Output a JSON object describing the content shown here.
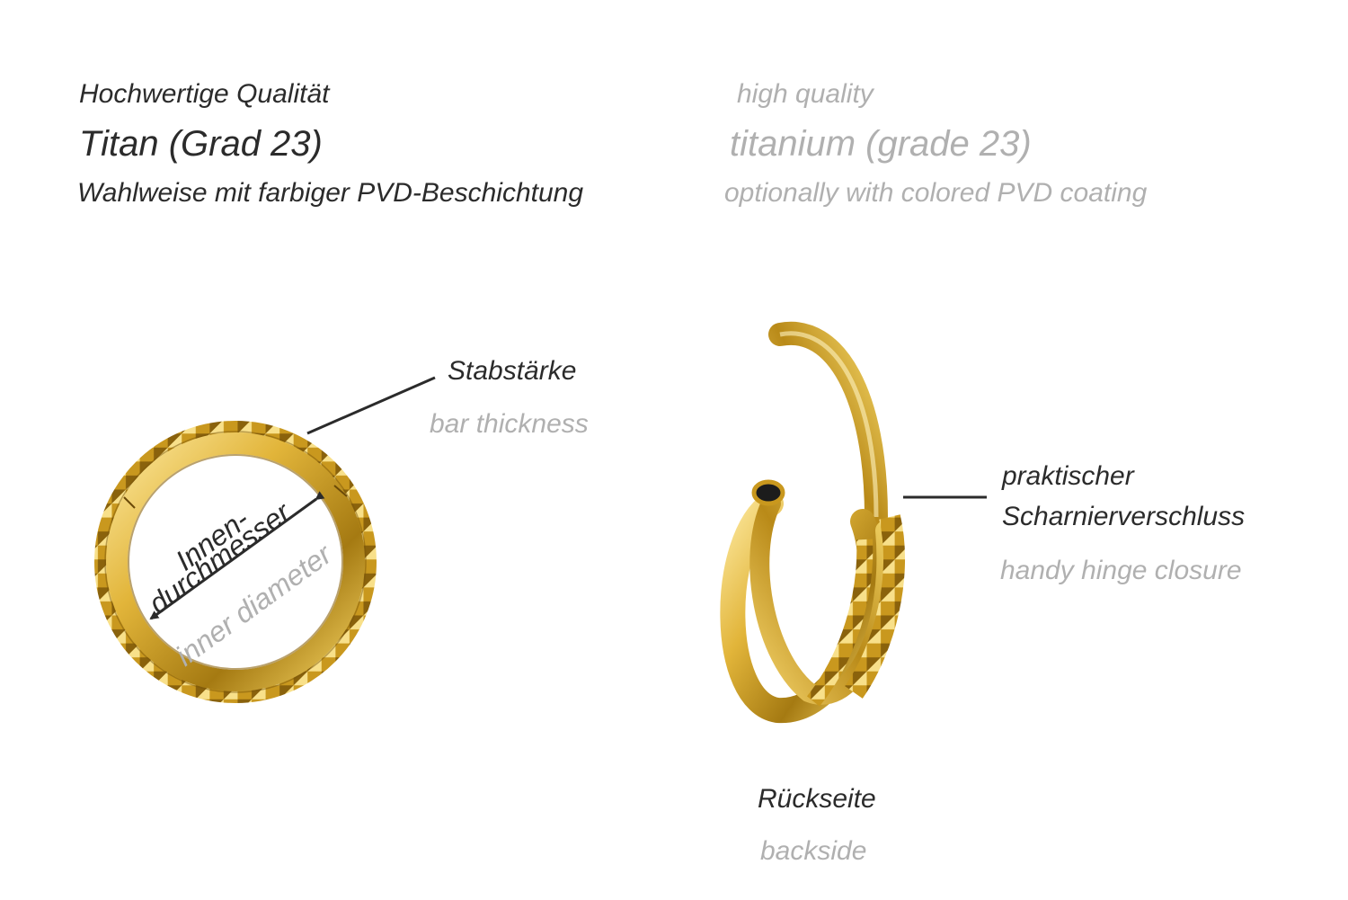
{
  "header": {
    "quality_de": "Hochwertige Qualität",
    "quality_en": "high quality",
    "material_de": "Titan (Grad 23)",
    "material_en": "titanium (grade 23)",
    "coating_de": "Wahlweise mit farbiger PVD-Beschichtung",
    "coating_en": "optionally with colored PVD coating"
  },
  "front_view": {
    "bar_thickness_de": "Stabstärke",
    "bar_thickness_en": "bar thickness",
    "inner_diameter_de_line1": "Innen-",
    "inner_diameter_de_line2": "durchmesser",
    "inner_diameter_en": "inner diameter"
  },
  "back_view": {
    "hinge_de_line1": "praktischer",
    "hinge_de_line2": "Scharnierverschluss",
    "hinge_en": "handy hinge closure",
    "backside_de": "Rückseite",
    "backside_en": "backside"
  },
  "colors": {
    "gold_dark": "#a57a12",
    "gold_mid": "#e2b53a",
    "gold_light": "#fbe69a",
    "label_dark": "#2b2b2b",
    "label_light": "#b0b0b0"
  }
}
